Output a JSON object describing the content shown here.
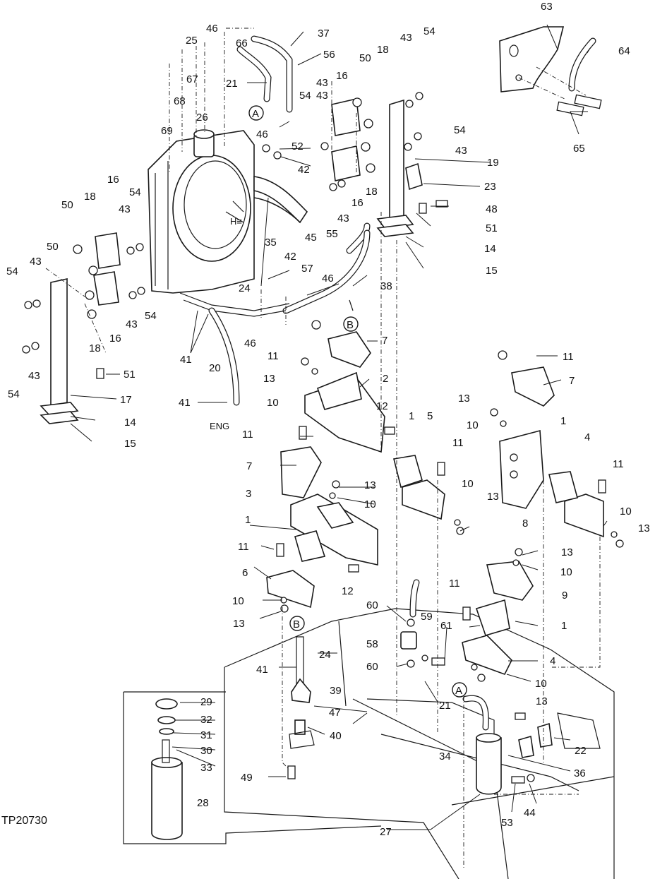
{
  "drawing_id": "TP20730",
  "eng_label": "ENG",
  "connector_A": "A",
  "connector_B": "B",
  "callouts": [
    {
      "id": "c37",
      "text": "37"
    },
    {
      "id": "c46a",
      "text": "46"
    },
    {
      "id": "c25",
      "text": "25"
    },
    {
      "id": "c66",
      "text": "66"
    },
    {
      "id": "c56",
      "text": "56"
    },
    {
      "id": "c67",
      "text": "67"
    },
    {
      "id": "c21a",
      "text": "21"
    },
    {
      "id": "c68",
      "text": "68"
    },
    {
      "id": "c26",
      "text": "26"
    },
    {
      "id": "c69",
      "text": "69"
    },
    {
      "id": "c46b",
      "text": "46"
    },
    {
      "id": "c52",
      "text": "52"
    },
    {
      "id": "c42a",
      "text": "42"
    },
    {
      "id": "c35",
      "text": "35"
    },
    {
      "id": "c42b",
      "text": "42"
    },
    {
      "id": "c45",
      "text": "45"
    },
    {
      "id": "c55",
      "text": "55"
    },
    {
      "id": "c43a",
      "text": "43"
    },
    {
      "id": "c54a",
      "text": "54"
    },
    {
      "id": "c50a",
      "text": "50"
    },
    {
      "id": "c18a",
      "text": "18"
    },
    {
      "id": "c43b",
      "text": "43"
    },
    {
      "id": "c16a",
      "text": "16"
    },
    {
      "id": "c54b",
      "text": "54"
    },
    {
      "id": "c43c",
      "text": "43"
    },
    {
      "id": "c16b",
      "text": "16"
    },
    {
      "id": "c18b",
      "text": "18"
    },
    {
      "id": "c43d",
      "text": "43"
    },
    {
      "id": "c54c",
      "text": "54"
    },
    {
      "id": "c43e",
      "text": "43"
    },
    {
      "id": "c19",
      "text": "19"
    },
    {
      "id": "c23",
      "text": "23"
    },
    {
      "id": "c48",
      "text": "48"
    },
    {
      "id": "c51a",
      "text": "51"
    },
    {
      "id": "c14a",
      "text": "14"
    },
    {
      "id": "c15a",
      "text": "15"
    },
    {
      "id": "c63",
      "text": "63"
    },
    {
      "id": "c64",
      "text": "64"
    },
    {
      "id": "c65",
      "text": "65"
    },
    {
      "id": "c50b",
      "text": "50"
    },
    {
      "id": "c18c",
      "text": "18"
    },
    {
      "id": "c16c",
      "text": "16"
    },
    {
      "id": "c54d",
      "text": "54"
    },
    {
      "id": "c43f",
      "text": "43"
    },
    {
      "id": "c50c",
      "text": "50"
    },
    {
      "id": "c54e",
      "text": "54"
    },
    {
      "id": "c43g",
      "text": "43"
    },
    {
      "id": "c54f",
      "text": "54"
    },
    {
      "id": "c43h",
      "text": "43"
    },
    {
      "id": "c18d",
      "text": "18"
    },
    {
      "id": "c16d",
      "text": "16"
    },
    {
      "id": "c43i",
      "text": "43"
    },
    {
      "id": "c54g",
      "text": "54"
    },
    {
      "id": "c51b",
      "text": "51"
    },
    {
      "id": "c17",
      "text": "17"
    },
    {
      "id": "c14b",
      "text": "14"
    },
    {
      "id": "c15b",
      "text": "15"
    },
    {
      "id": "c54h",
      "text": "54"
    },
    {
      "id": "c24a",
      "text": "24"
    },
    {
      "id": "c57",
      "text": "57"
    },
    {
      "id": "c46c",
      "text": "46"
    },
    {
      "id": "c38",
      "text": "38"
    },
    {
      "id": "c46d",
      "text": "46"
    },
    {
      "id": "c41a",
      "text": "41"
    },
    {
      "id": "c20",
      "text": "20"
    },
    {
      "id": "c41b",
      "text": "41"
    },
    {
      "id": "c11a",
      "text": "11"
    },
    {
      "id": "c7a",
      "text": "7"
    },
    {
      "id": "c13a",
      "text": "13"
    },
    {
      "id": "c2",
      "text": "2"
    },
    {
      "id": "c10a",
      "text": "10"
    },
    {
      "id": "c12a",
      "text": "12"
    },
    {
      "id": "c1a",
      "text": "1"
    },
    {
      "id": "c5",
      "text": "5"
    },
    {
      "id": "c11b",
      "text": "11"
    },
    {
      "id": "c10b",
      "text": "10"
    },
    {
      "id": "c13b",
      "text": "13"
    },
    {
      "id": "c11c",
      "text": "11"
    },
    {
      "id": "c7b",
      "text": "7"
    },
    {
      "id": "c13c",
      "text": "13"
    },
    {
      "id": "c10c",
      "text": "10"
    },
    {
      "id": "c1b",
      "text": "1"
    },
    {
      "id": "c4a",
      "text": "4"
    },
    {
      "id": "c11d",
      "text": "11"
    },
    {
      "id": "c8",
      "text": "8"
    },
    {
      "id": "c10d",
      "text": "10"
    },
    {
      "id": "c13d",
      "text": "13"
    },
    {
      "id": "c11e",
      "text": "11"
    },
    {
      "id": "c7c",
      "text": "7"
    },
    {
      "id": "c13e",
      "text": "13"
    },
    {
      "id": "c3",
      "text": "3"
    },
    {
      "id": "c10e",
      "text": "10"
    },
    {
      "id": "c1c",
      "text": "1"
    },
    {
      "id": "c11f",
      "text": "11"
    },
    {
      "id": "c6",
      "text": "6"
    },
    {
      "id": "c12b",
      "text": "12"
    },
    {
      "id": "c10f",
      "text": "10"
    },
    {
      "id": "c13f",
      "text": "13"
    },
    {
      "id": "c13g",
      "text": "13"
    },
    {
      "id": "c10g",
      "text": "10"
    },
    {
      "id": "c9",
      "text": "9"
    },
    {
      "id": "c11g",
      "text": "11"
    },
    {
      "id": "c1d",
      "text": "1"
    },
    {
      "id": "c60a",
      "text": "60"
    },
    {
      "id": "c59",
      "text": "59"
    },
    {
      "id": "c61",
      "text": "61"
    },
    {
      "id": "c58",
      "text": "58"
    },
    {
      "id": "c60b",
      "text": "60"
    },
    {
      "id": "c4b",
      "text": "4"
    },
    {
      "id": "c10h",
      "text": "10"
    },
    {
      "id": "c13h",
      "text": "13"
    },
    {
      "id": "c21b",
      "text": "21"
    },
    {
      "id": "c41c",
      "text": "41"
    },
    {
      "id": "c24b",
      "text": "24"
    },
    {
      "id": "c39",
      "text": "39"
    },
    {
      "id": "c47",
      "text": "47"
    },
    {
      "id": "c40",
      "text": "40"
    },
    {
      "id": "c29",
      "text": "29"
    },
    {
      "id": "c32",
      "text": "32"
    },
    {
      "id": "c31",
      "text": "31"
    },
    {
      "id": "c30",
      "text": "30"
    },
    {
      "id": "c33",
      "text": "33"
    },
    {
      "id": "c28",
      "text": "28"
    },
    {
      "id": "c49",
      "text": "49"
    },
    {
      "id": "c22",
      "text": "22"
    },
    {
      "id": "c34",
      "text": "34"
    },
    {
      "id": "c36",
      "text": "36"
    },
    {
      "id": "c44",
      "text": "44"
    },
    {
      "id": "c53",
      "text": "53"
    },
    {
      "id": "c27",
      "text": "27"
    }
  ]
}
